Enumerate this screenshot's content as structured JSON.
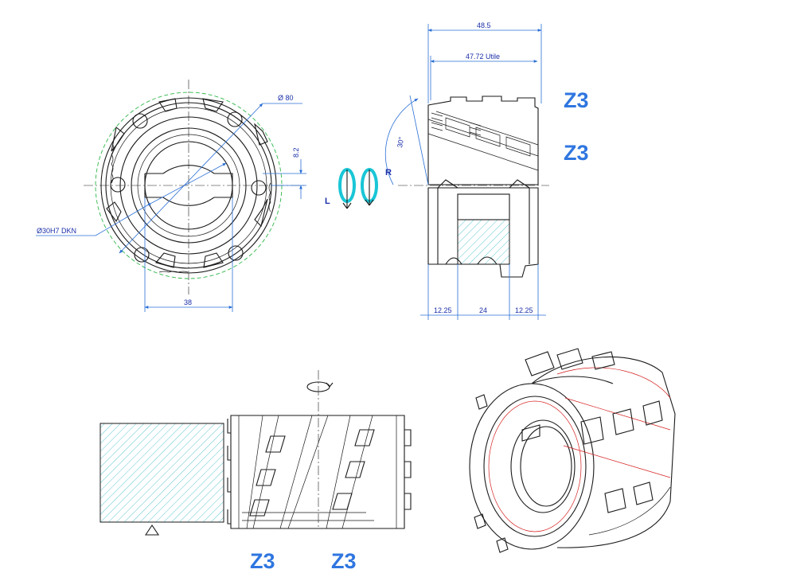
{
  "labels": {
    "z_right_top": "Z3",
    "z_right_mid": "Z3",
    "z_bottom_left": "Z3",
    "z_bottom_mid": "Z3"
  },
  "dimensions": {
    "outer_diameter": "Ø 80",
    "bore": "Ø30H7 DKN",
    "keyway_offset": "8.2",
    "keyway_width": "38",
    "total_length": "48.5",
    "useful_length": "47.72 Utile",
    "angle": "30°",
    "left_hub": "12.25",
    "center_width": "24",
    "right_hub": "12.25"
  },
  "rotation": {
    "left": "L",
    "right": "R"
  },
  "colors": {
    "dimension": "#2a6fd6",
    "label": "#2f76e0",
    "hatch": "#35b8c8",
    "rotation_arrow": "#19c6d6",
    "construction": "#2fb84a",
    "edge_highlight": "#d62020"
  }
}
